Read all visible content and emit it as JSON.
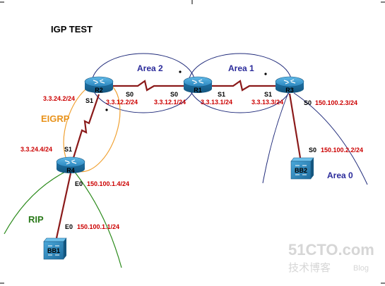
{
  "title": "IGP TEST",
  "areas": {
    "area2": "Area 2",
    "area1": "Area 1",
    "area0": "Area 0"
  },
  "protocols": {
    "eigrp": "EIGRP",
    "rip": "RIP"
  },
  "routers": {
    "r1": "R1",
    "r2": "R2",
    "r3": "R3",
    "r4": "R4"
  },
  "switches": {
    "bb1": "BB1",
    "bb2": "BB2"
  },
  "interfaces": {
    "r2_s0": "S0",
    "r1_s0": "S0",
    "r1_s1": "S1",
    "r3_s1": "S1",
    "r2_s1": "S1",
    "r4_s1": "S1",
    "r3_s0": "S0",
    "bb2_s0": "S0",
    "r4_e0": "E0",
    "bb1_e0": "E0"
  },
  "addresses": {
    "r2_s1": "3.3.24.2/24",
    "r2_s0": "3.3.12.2/24",
    "r1_s0": "3.3.12.1/24",
    "r1_s1": "3.3.13.1/24",
    "r3_s1": "3.3.13.3/24",
    "r3_s0": "150.100.2.3/24",
    "bb2_s0": "150.100.2.2/24",
    "r4_s1": "3.3.24.4/24",
    "r4_e0": "150.100.1.4/24",
    "bb1_e0": "150.100.1.1/24"
  },
  "watermark": {
    "line1": "51CTO.com",
    "line2": "技术博客",
    "line3": "Blog"
  },
  "colors": {
    "link": "#8b1a1a",
    "area_outline": "#1f2a7a",
    "eigrp_outline": "#f0a030",
    "rip_outline": "#2a8a1a",
    "router_body": "#1a6a9a",
    "router_top": "#3b9bd0",
    "ip_text": "#cc0000"
  }
}
